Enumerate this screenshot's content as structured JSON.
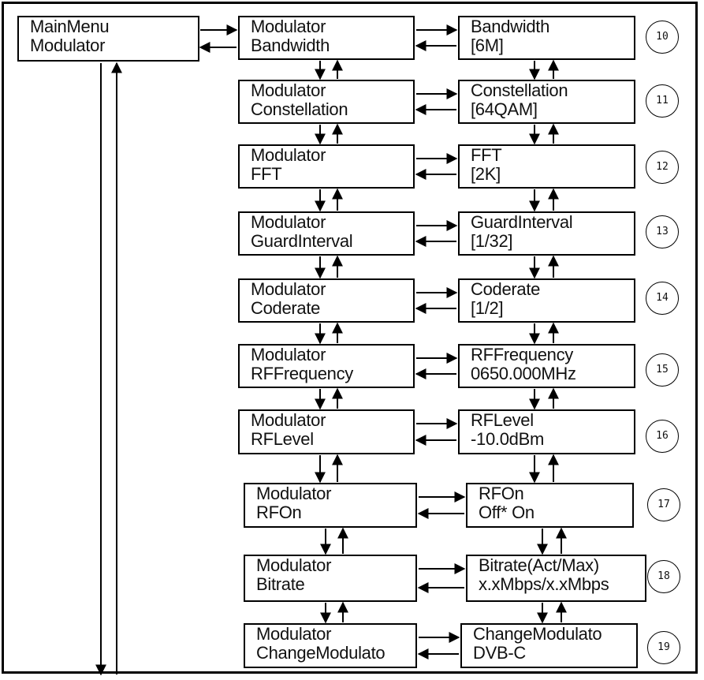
{
  "main_menu": {
    "line1": "MainMenu",
    "line2": "Modulator"
  },
  "rows": [
    {
      "left1": "Modulator",
      "left2": "Bandwidth",
      "right1": "Bandwidth",
      "right2": "[6M]",
      "number": "10"
    },
    {
      "left1": "Modulator",
      "left2": "Constellation",
      "right1": "Constellation",
      "right2": "[64QAM]",
      "number": "11"
    },
    {
      "left1": "Modulator",
      "left2": "FFT",
      "right1": "FFT",
      "right2": "[2K]",
      "number": "12"
    },
    {
      "left1": "Modulator",
      "left2": "GuardInterval",
      "right1": "GuardInterval",
      "right2": "[1/32]",
      "number": "13"
    },
    {
      "left1": "Modulator",
      "left2": "Coderate",
      "right1": "Coderate",
      "right2": "[1/2]",
      "number": "14"
    },
    {
      "left1": "Modulator",
      "left2": "RFFrequency",
      "right1": "RFFrequency",
      "right2": "0650.000MHz",
      "number": "15"
    },
    {
      "left1": "Modulator",
      "left2": "RFLevel",
      "right1": "RFLevel",
      "right2": "-10.0dBm",
      "number": "16"
    },
    {
      "left1": "Modulator",
      "left2": "RFOn",
      "right1": "RFOn",
      "right2": "Off* On",
      "number": "17"
    },
    {
      "left1": "Modulator",
      "left2": "Bitrate",
      "right1": "Bitrate(Act/Max)",
      "right2": "x.xMbps/x.xMbps",
      "number": "18"
    },
    {
      "left1": "Modulator",
      "left2": "ChangeModulato",
      "right1": "ChangeModulato",
      "right2": "DVB-C",
      "number": "19"
    }
  ]
}
